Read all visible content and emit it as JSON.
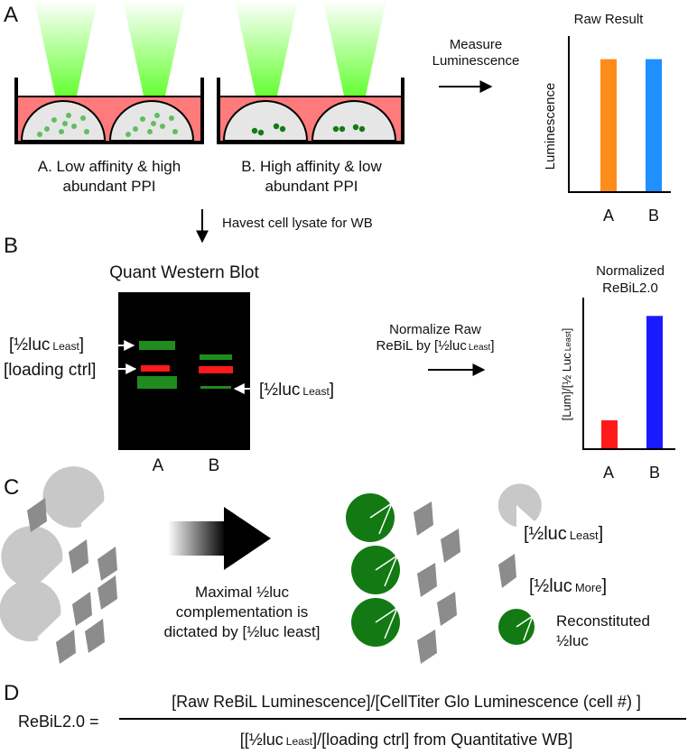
{
  "panels": {
    "a": "A",
    "b": "B",
    "c": "C",
    "d": "D"
  },
  "panel_a": {
    "label_a_line1": "A. Low affinity & high",
    "label_a_line2": "abundant PPI",
    "label_b_line1": "B. High affinity & low",
    "label_b_line2": "abundant PPI",
    "measure_line1": "Measure",
    "measure_line2": "Luminescence",
    "harvest": "Havest cell lysate for WB"
  },
  "panel_b": {
    "wb_title": "Quant Western Blot",
    "half_luc_least_left": "[½luc",
    "least_sub": "Least",
    "close_bracket": "]",
    "loading_ctrl": "[loading ctrl]",
    "half_luc_least_right": "[½luc",
    "lane_a": "A",
    "lane_b": "B",
    "normalize_line1": "Normalize Raw",
    "normalize_line2": "ReBiL by [½luc",
    "normalize_sub": "Least",
    "normalize_close": "]"
  },
  "panel_c": {
    "maximal_line1": "Maximal ½luc",
    "maximal_line2": "complementation is",
    "maximal_line3": "dictated by [½luc least]",
    "legend_least_prefix": "[½luc",
    "legend_least_sub": "Least",
    "legend_least_close": "]",
    "legend_more_prefix": "[½luc",
    "legend_more_sub": "More",
    "legend_more_close": "]",
    "legend_recon_line1": "Reconstituted",
    "legend_recon_line2": "½luc"
  },
  "panel_d": {
    "lhs": "ReBiL2.0 =",
    "numerator": "[Raw ReBiL Luminescence]/[CellTiter Glo Luminescence (cell #) ]",
    "denominator_prefix": "[[½luc",
    "denominator_sub": "Least",
    "denominator_rest": "]/[loading ctrl] from Quantitative WB]"
  },
  "colors": {
    "orange": "#ff8c1a",
    "sky_blue": "#1e90ff",
    "red": "#ff1a1a",
    "blue": "#1a1aff",
    "green_dark": "#137a13",
    "green_band": "#1e8c1e",
    "medium_pink": "#ff7a7a",
    "light_green_beam": "#66ff33",
    "blot_bg": "#000000",
    "light_gray": "#c8c8c8",
    "dark_gray": "#8c8c8c"
  },
  "chart_data": [
    {
      "type": "bar",
      "title": "Raw Result",
      "ylabel": "Luminescence",
      "xlabel": "",
      "categories": [
        "A",
        "B"
      ],
      "values": [
        1.0,
        1.0
      ],
      "ylim": [
        0,
        1.25
      ],
      "colors": [
        "#ff8c1a",
        "#1e90ff"
      ],
      "grid": false
    },
    {
      "type": "bar",
      "title_line1": "Normalized",
      "title_line2": "ReBiL2.0",
      "ylabel_prefix": "[Lum]/[½ Luc",
      "ylabel_sub": "Least",
      "ylabel_close": "]",
      "xlabel": "",
      "categories": [
        "A",
        "B"
      ],
      "values": [
        0.19,
        0.9
      ],
      "ylim": [
        0,
        1.0
      ],
      "colors": [
        "#ff1a1a",
        "#1a1aff"
      ],
      "grid": false
    }
  ]
}
